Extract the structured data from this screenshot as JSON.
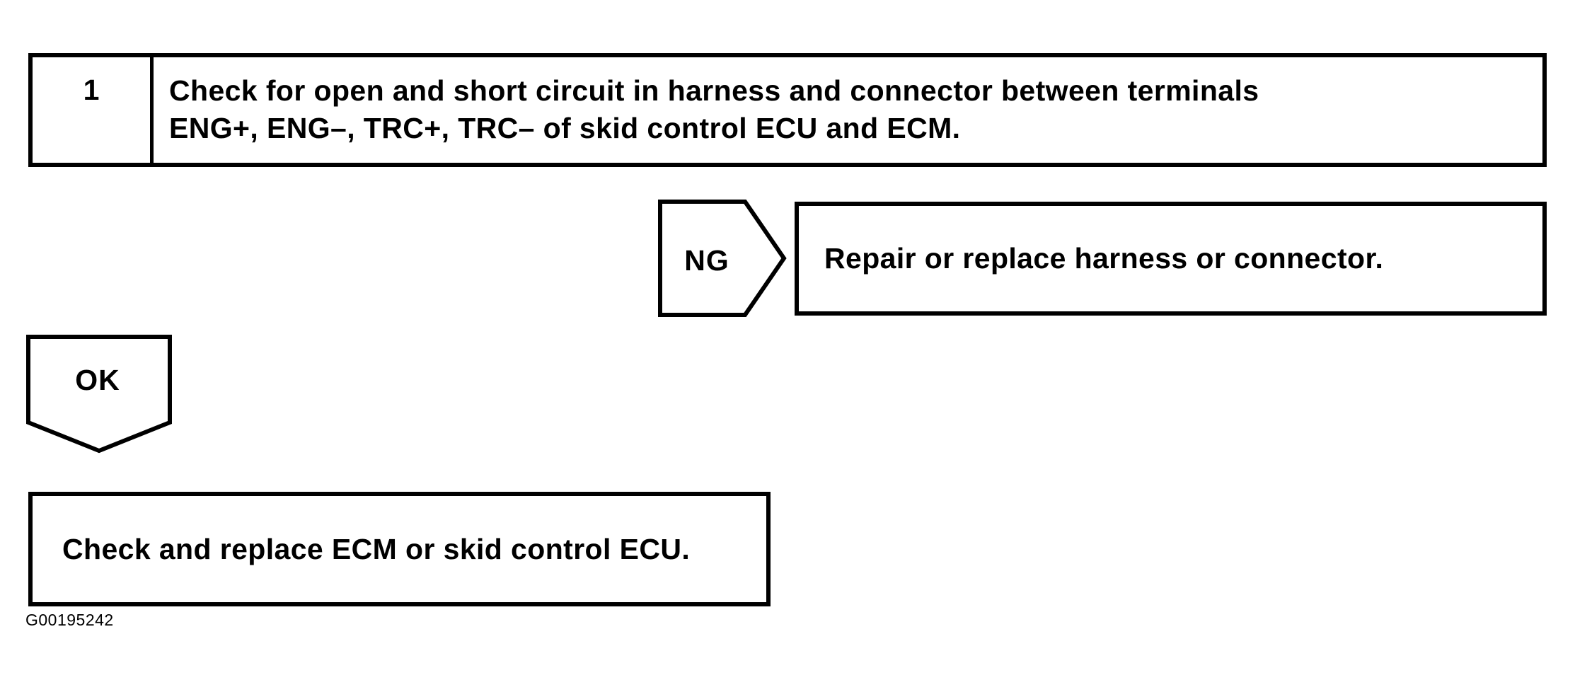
{
  "page": {
    "background_color": "#ffffff",
    "ink_color": "#000000"
  },
  "flowchart": {
    "step": {
      "number": "1",
      "instruction_line1": "Check for open and short circuit in harness and connector between terminals",
      "instruction_line2": "ENG+, ENG–, TRC+, TRC– of skid control ECU and ECM."
    },
    "ng_branch": {
      "connector_label": "NG",
      "result": "Repair or replace harness or connector."
    },
    "ok_branch": {
      "connector_label": "OK",
      "result": "Check and replace ECM or skid control ECU."
    },
    "figure_id": "G00195242"
  }
}
